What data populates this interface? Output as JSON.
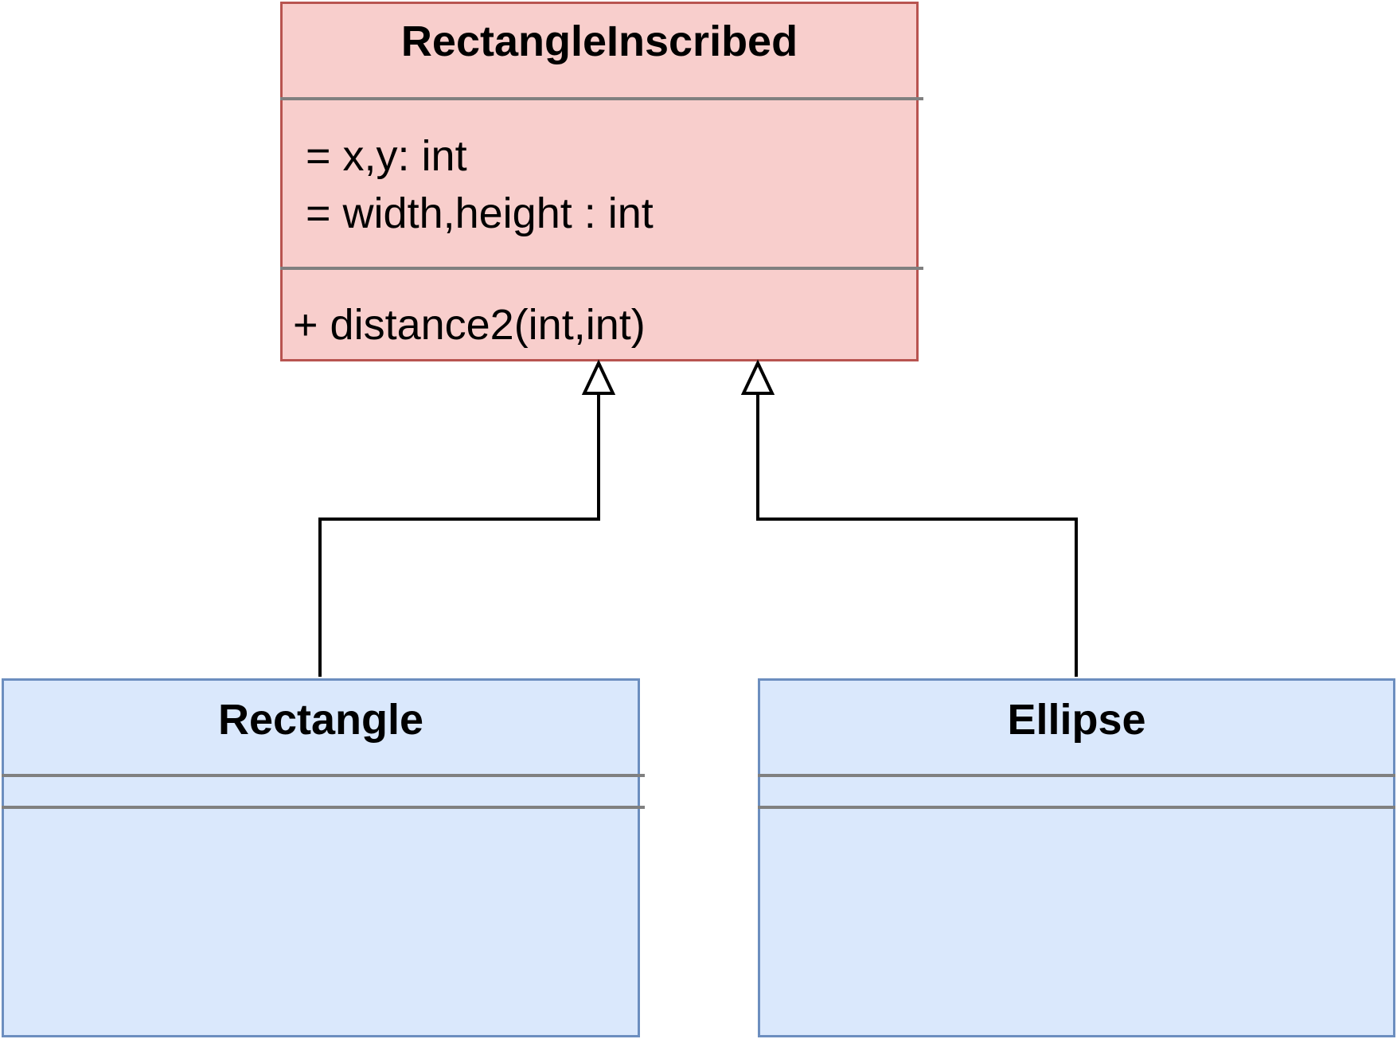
{
  "colors": {
    "parent_fill": "#f8cecc",
    "parent_border": "#b85450",
    "child_fill": "#dae8fc",
    "child_border": "#6c8ebf",
    "divider": "#808080",
    "connector": "#000000"
  },
  "classes": {
    "parent": {
      "name": "RectangleInscribed",
      "attributes": [
        "= x,y: int",
        "= width,height : int"
      ],
      "methods": [
        "+ distance2(int,int)"
      ]
    },
    "rectangle": {
      "name": "Rectangle",
      "attributes": [],
      "methods": []
    },
    "ellipse": {
      "name": "Ellipse",
      "attributes": [],
      "methods": []
    }
  },
  "relations": [
    {
      "type": "generalization",
      "from": "Rectangle",
      "to": "RectangleInscribed"
    },
    {
      "type": "generalization",
      "from": "Ellipse",
      "to": "RectangleInscribed"
    }
  ]
}
